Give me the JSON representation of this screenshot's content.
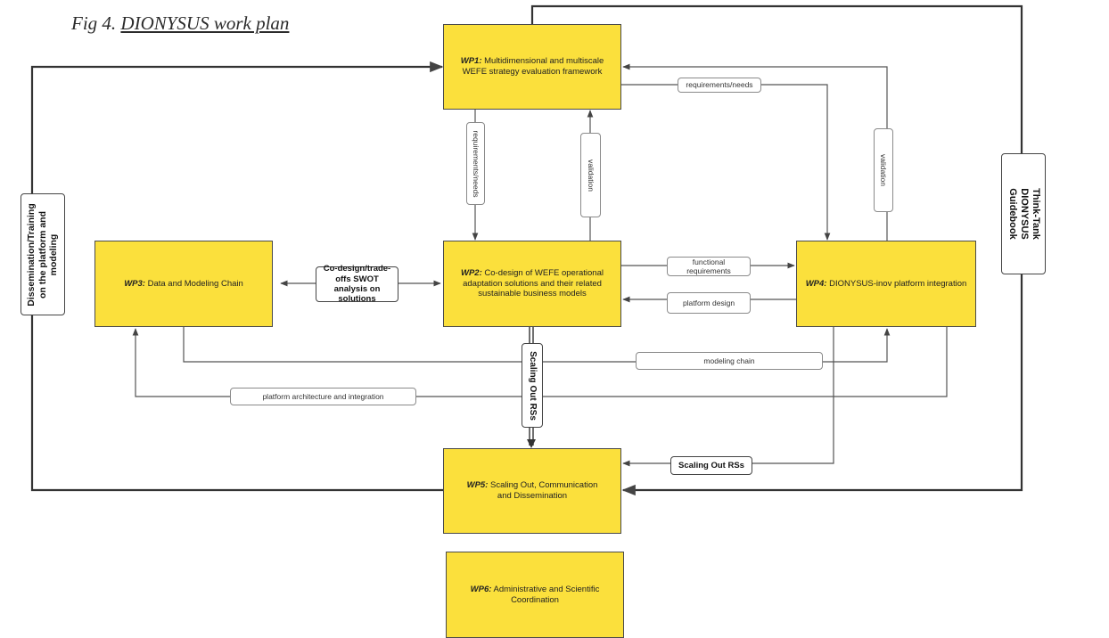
{
  "caption": {
    "prefix": "Fig 4. ",
    "title": "DIONYSUS work plan"
  },
  "work_packages": {
    "wp1": {
      "id": "WP1:",
      "text": " Multidimensional and multiscale WEFE strategy evaluation framework"
    },
    "wp2": {
      "id": "WP2:",
      "text": " Co-design of WEFE operational adaptation solutions and their related sustainable business models"
    },
    "wp3": {
      "id": "WP3:",
      "text": " Data and Modeling Chain"
    },
    "wp4": {
      "id": "WP4:",
      "text": " DIONYSUS-inov platform integration"
    },
    "wp5": {
      "id": "WP5:",
      "text": " Scaling Out, Communication and Dissemination"
    },
    "wp6": {
      "id": "WP6:",
      "text": " Administrative and  Scientific Coordination"
    }
  },
  "links": {
    "wp1_wp4_requirements": "requirements/needs",
    "wp1_wp2_requirements": "requirements/needs",
    "wp2_wp1_validation": "validation",
    "wp4_wp1_validation": "validation",
    "wp2_wp3_codesign": "Co-design/trade-offs SWOT analysis on solutions",
    "wp2_wp4_functional": "functional requirements",
    "wp4_wp2_platform": "platform design",
    "modeling_chain": "modeling chain",
    "platform_architecture": "platform architecture and integration",
    "wp2_wp5_scaling": "Scaling Out RSs",
    "wp4_wp5_scaling": "Scaling Out RSs",
    "dissemination_training": "Dissemination/Training on the platform and modeling",
    "think_tank": "Think-Tank DIONYSUS Guidebook"
  }
}
